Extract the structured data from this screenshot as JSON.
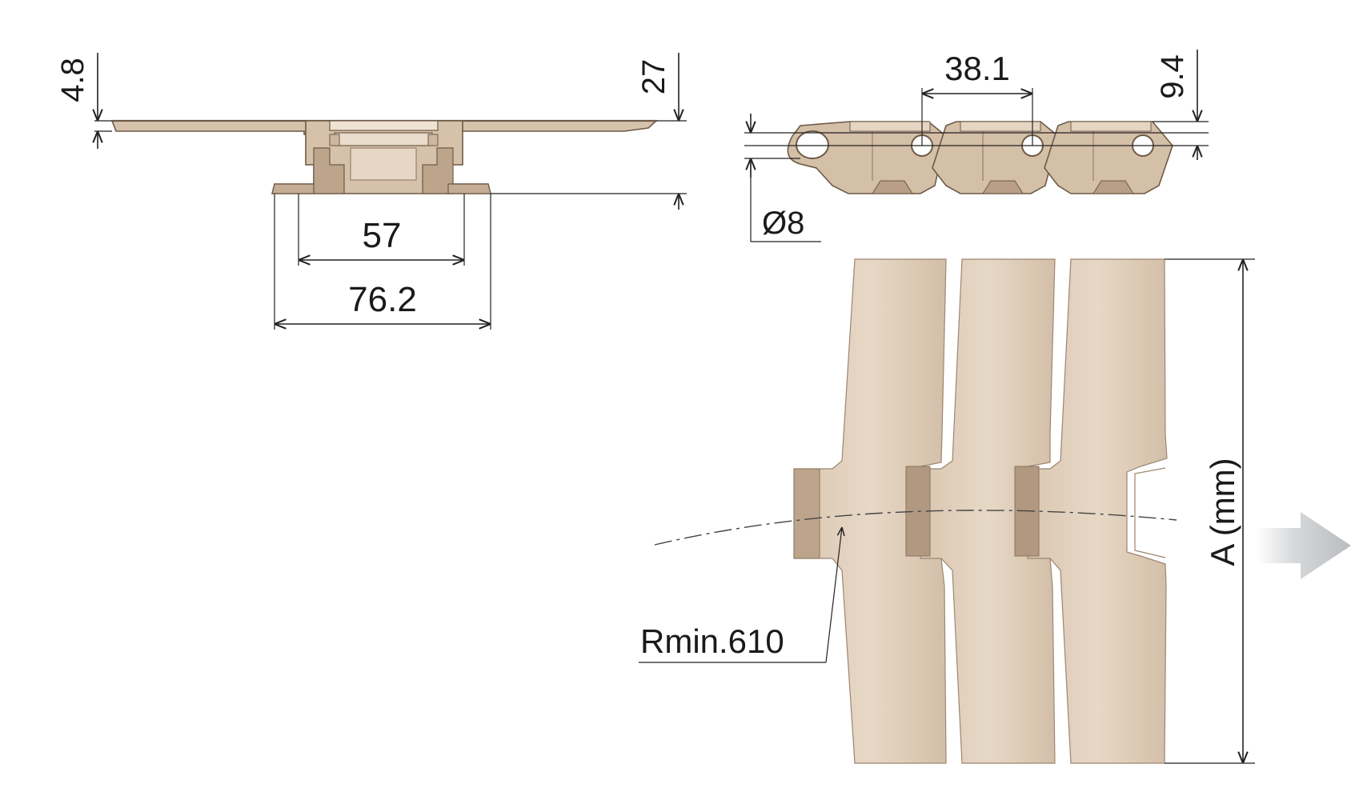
{
  "colors": {
    "body": "#ddcbb6",
    "body_dark": "#b89f86",
    "body_shadow": "#c9b49d",
    "edge": "#6d5a47",
    "line": "#222222",
    "arrow": "#c4c6c8"
  },
  "labels": {
    "plate_thickness": "4.8",
    "overall_height": "27",
    "pitch": "38.1",
    "link_height": "9.4",
    "pin_diameter": "Ø8",
    "inner_width": "57",
    "outer_width": "76.2",
    "width_label": "A (mm)",
    "min_radius": "Rmin.610"
  }
}
